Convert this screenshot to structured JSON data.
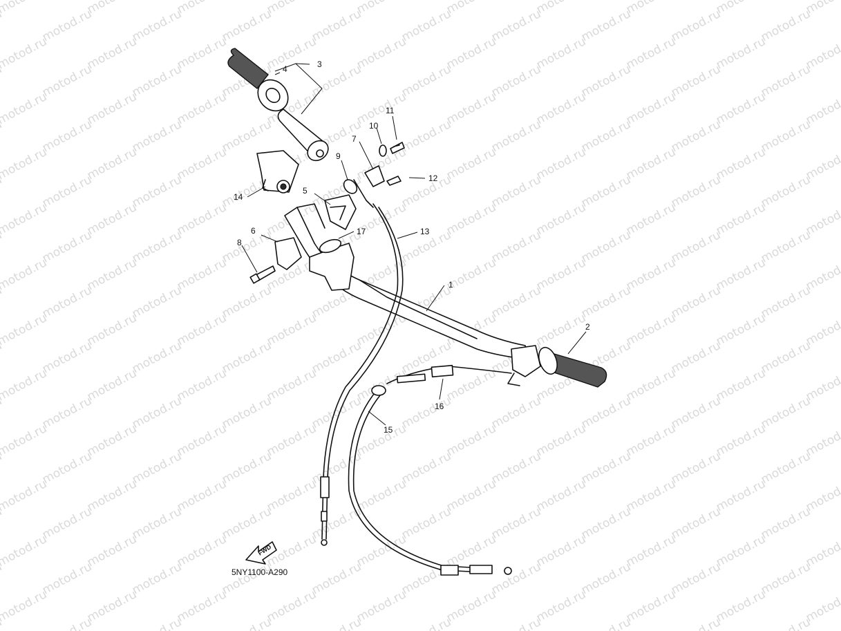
{
  "watermark": {
    "text": "motod.ru"
  },
  "diagram": {
    "callouts": [
      {
        "id": "p1",
        "label": "1"
      },
      {
        "id": "p2",
        "label": "2"
      },
      {
        "id": "p3",
        "label": "3"
      },
      {
        "id": "p4",
        "label": "4"
      },
      {
        "id": "p5",
        "label": "5"
      },
      {
        "id": "p6",
        "label": "6"
      },
      {
        "id": "p7",
        "label": "7"
      },
      {
        "id": "p8",
        "label": "8"
      },
      {
        "id": "p9",
        "label": "9"
      },
      {
        "id": "p10",
        "label": "10"
      },
      {
        "id": "p11",
        "label": "11"
      },
      {
        "id": "p12",
        "label": "12"
      },
      {
        "id": "p13",
        "label": "13"
      },
      {
        "id": "p14",
        "label": "14"
      },
      {
        "id": "p15",
        "label": "15"
      },
      {
        "id": "p16",
        "label": "16"
      },
      {
        "id": "p17",
        "label": "17"
      }
    ],
    "fwd_label": "FWD",
    "drawing_code": "5NY1100-A290"
  }
}
